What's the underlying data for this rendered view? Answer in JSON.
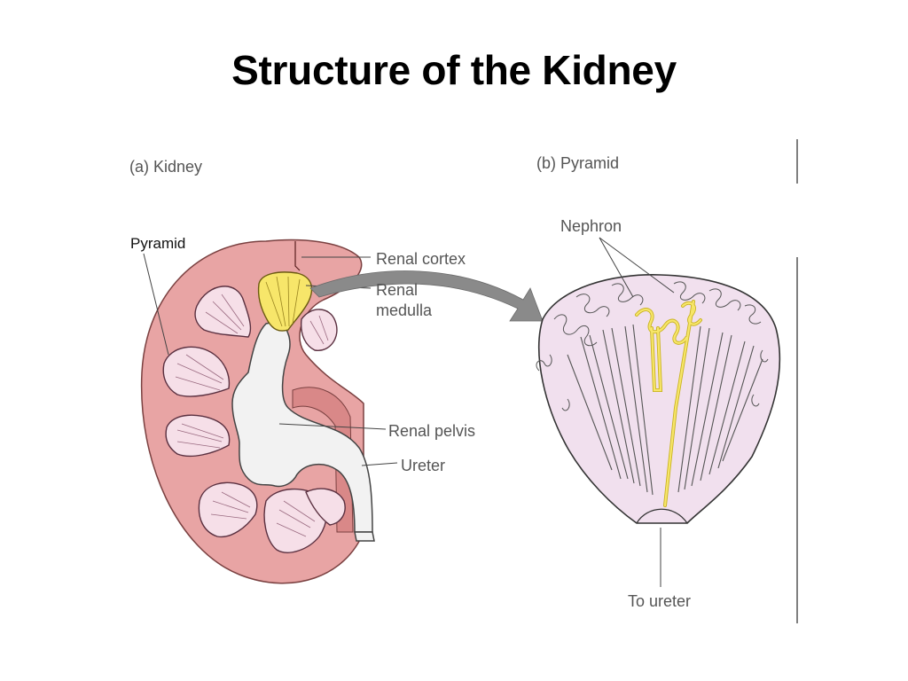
{
  "slide": {
    "title": "Structure of the Kidney"
  },
  "panel_a": {
    "caption": "(a) Kidney",
    "labels": {
      "pyramid": "Pyramid",
      "renal_cortex": "Renal cortex",
      "renal_medulla_line1": "Renal",
      "renal_medulla_line2": "medulla",
      "renal_pelvis": "Renal pelvis",
      "ureter": "Ureter"
    }
  },
  "panel_b": {
    "caption": "(b) Pyramid",
    "labels": {
      "nephron": "Nephron",
      "to_ureter": "To ureter"
    }
  },
  "colors": {
    "cortex_pink": "#e8a4a4",
    "pyramid_light": "#f6dfe8",
    "pelvis_fill": "#f2f2f2",
    "nephron_yellow": "#f7e66a",
    "arrow_gray": "#8a8a8a",
    "pyramid_b_fill": "#f1e0ee"
  }
}
